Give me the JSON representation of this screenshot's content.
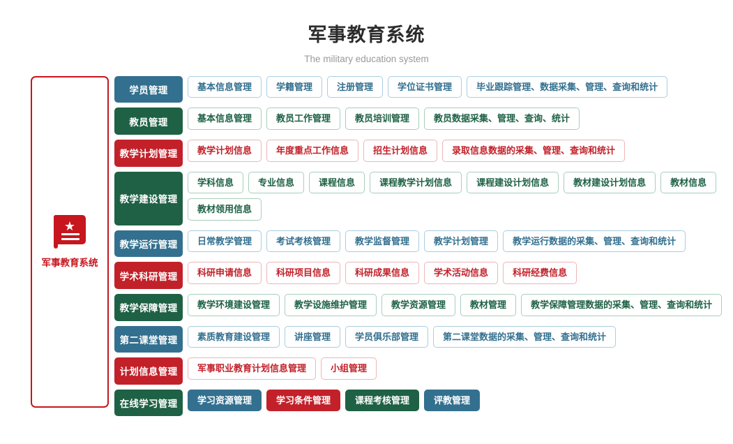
{
  "header": {
    "title": "军事教育系统",
    "subtitle": "The military education system"
  },
  "sidebar": {
    "label": "军事教育系统",
    "icon": "book-star-icon"
  },
  "colors": {
    "blue": "#33708f",
    "green": "#1e6145",
    "red": "#c2212a",
    "blue_border": "#a9cee0",
    "green_border": "#a8cebc",
    "red_border": "#eeb5b8",
    "sidebar_border": "#c7161e",
    "title": "#2b2b2b",
    "subtitle": "#9a9a9a"
  },
  "rows": [
    {
      "label": "学员管理",
      "color": "blue",
      "style": "outline",
      "items": [
        "基本信息管理",
        "学籍管理",
        "注册管理",
        "学位证书管理",
        "毕业跟踪管理、数据采集、管理、查询和统计"
      ]
    },
    {
      "label": "教员管理",
      "color": "green",
      "style": "outline",
      "items": [
        "基本信息管理",
        "教员工作管理",
        "教员培训管理",
        "教员数据采集、管理、查询、统计"
      ]
    },
    {
      "label": "教学计划管理",
      "color": "red",
      "style": "outline",
      "items": [
        "教学计划信息",
        "年度重点工作信息",
        "招生计划信息",
        "录取信息数据的采集、管理、查询和统计"
      ]
    },
    {
      "label": "教学建设管理",
      "color": "green",
      "style": "outline",
      "items": [
        "学科信息",
        "专业信息",
        "课程信息",
        "课程教学计划信息",
        "课程建设计划信息",
        "教材建设计划信息",
        "教材信息",
        "教材领用信息"
      ]
    },
    {
      "label": "教学运行管理",
      "color": "blue",
      "style": "outline",
      "items": [
        "日常教学管理",
        "考试考核管理",
        "教学监督管理",
        "教学计划管理",
        "教学运行数据的采集、管理、查询和统计"
      ]
    },
    {
      "label": "学术科研管理",
      "color": "red",
      "style": "outline",
      "items": [
        "科研申请信息",
        "科研项目信息",
        "科研成果信息",
        "学术活动信息",
        "科研经费信息"
      ]
    },
    {
      "label": "教学保障管理",
      "color": "green",
      "style": "outline",
      "items": [
        "教学环境建设管理",
        "教学设施维护管理",
        "教学资源管理",
        "教材管理",
        "教学保障管理数据的采集、管理、查询和统计"
      ]
    },
    {
      "label": "第二课堂管理",
      "color": "blue",
      "style": "outline",
      "items": [
        "素质教育建设管理",
        "讲座管理",
        "学员俱乐部管理",
        "第二课堂数据的采集、管理、查询和统计"
      ]
    },
    {
      "label": "计划信息管理",
      "color": "red",
      "style": "outline",
      "items": [
        "军事职业教育计划信息管理",
        "小组管理"
      ]
    },
    {
      "label": "在线学习管理",
      "color": "green",
      "style": "solid",
      "items": [
        "学习资源管理",
        "学习条件管理",
        "课程考核管理",
        "评教管理"
      ],
      "item_colors": [
        "blue",
        "red",
        "green",
        "blue"
      ]
    }
  ]
}
